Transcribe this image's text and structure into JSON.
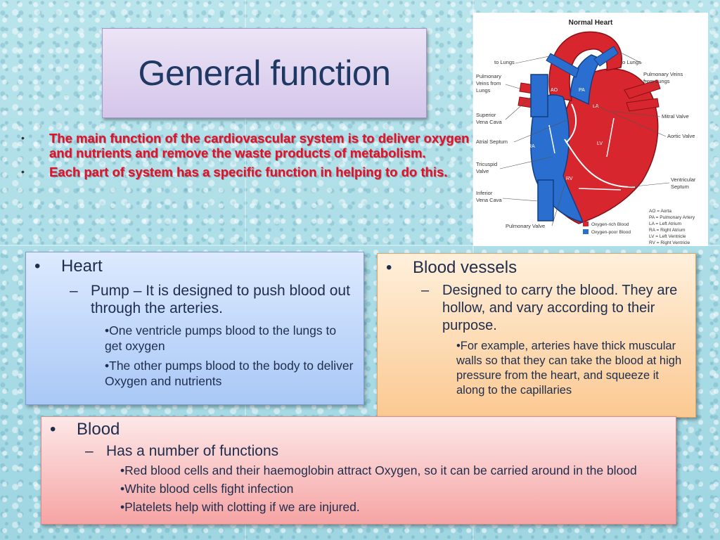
{
  "title": "General function",
  "intro": {
    "bullet": "•",
    "items": [
      "The main function of the cardiovascular system is to deliver oxygen and nutrients and remove the waste products of metabolism.",
      "Each part of system has a specific function in helping to do this."
    ]
  },
  "heart_diagram": {
    "title": "Normal Heart",
    "labels": {
      "to_lungs_left": "to Lungs",
      "to_lungs_right": "to Lungs",
      "pulmonary_veins_left": [
        "Pulmonary",
        "Veins from",
        "Lungs"
      ],
      "pulmonary_veins_right": [
        "Pulmonary Veins",
        "from Lungs"
      ],
      "superior_vena_cava": [
        "Superior",
        "Vena Cava"
      ],
      "atrial_septum": "Atrial Septum",
      "tricuspid_valve": [
        "Tricuspid",
        "Valve"
      ],
      "inferior_vena_cava": [
        "Inferior",
        "Vena Cava"
      ],
      "pulmonary_valve": "Pulmonary Valve",
      "mitral_valve": "Mitral Valve",
      "aortic_valve": "Aortic Valve",
      "ventricular_septum": [
        "Ventricular",
        "Septum"
      ],
      "ao": "AO",
      "pa": "PA",
      "la": "LA",
      "ra": "RA",
      "lv": "LV",
      "rv": "RV"
    },
    "legend": {
      "oxygen_rich": "Oxygen-rich Blood",
      "oxygen_poor": "Oxygen-poor Blood"
    },
    "abbreviations": [
      "AO = Aorta",
      "PA = Pulmonary Artery",
      "LA = Left Atrium",
      "RA = Right Atrium",
      "LV = Left Ventricle",
      "RV = Right Ventricle"
    ],
    "colors": {
      "oxygen_rich": "#d7262e",
      "oxygen_poor": "#2a6fd0"
    }
  },
  "heart_box": {
    "bullet": "•",
    "title": "Heart",
    "dash": "–",
    "sub": "Pump – It is designed to push blood out through the arteries.",
    "points": [
      "•One ventricle pumps blood to the lungs to get oxygen",
      "•The other pumps blood to the body to deliver Oxygen and nutrients"
    ]
  },
  "vessels_box": {
    "bullet": "•",
    "title": "Blood vessels",
    "dash": "–",
    "sub": "Designed to carry the blood. They are hollow, and vary according to their purpose.",
    "points": [
      "•For example, arteries have thick muscular walls so that they can take the blood at high pressure from the heart, and squeeze it along to the capillaries"
    ]
  },
  "blood_box": {
    "bullet": "•",
    "title": "Blood",
    "dash": "–",
    "sub": "Has a number of functions",
    "points": [
      "•Red blood cells and their haemoglobin attract Oxygen, so it can be carried around in the blood",
      "•White blood cells fight infection",
      "•Platelets help with clotting if we are injured."
    ]
  }
}
